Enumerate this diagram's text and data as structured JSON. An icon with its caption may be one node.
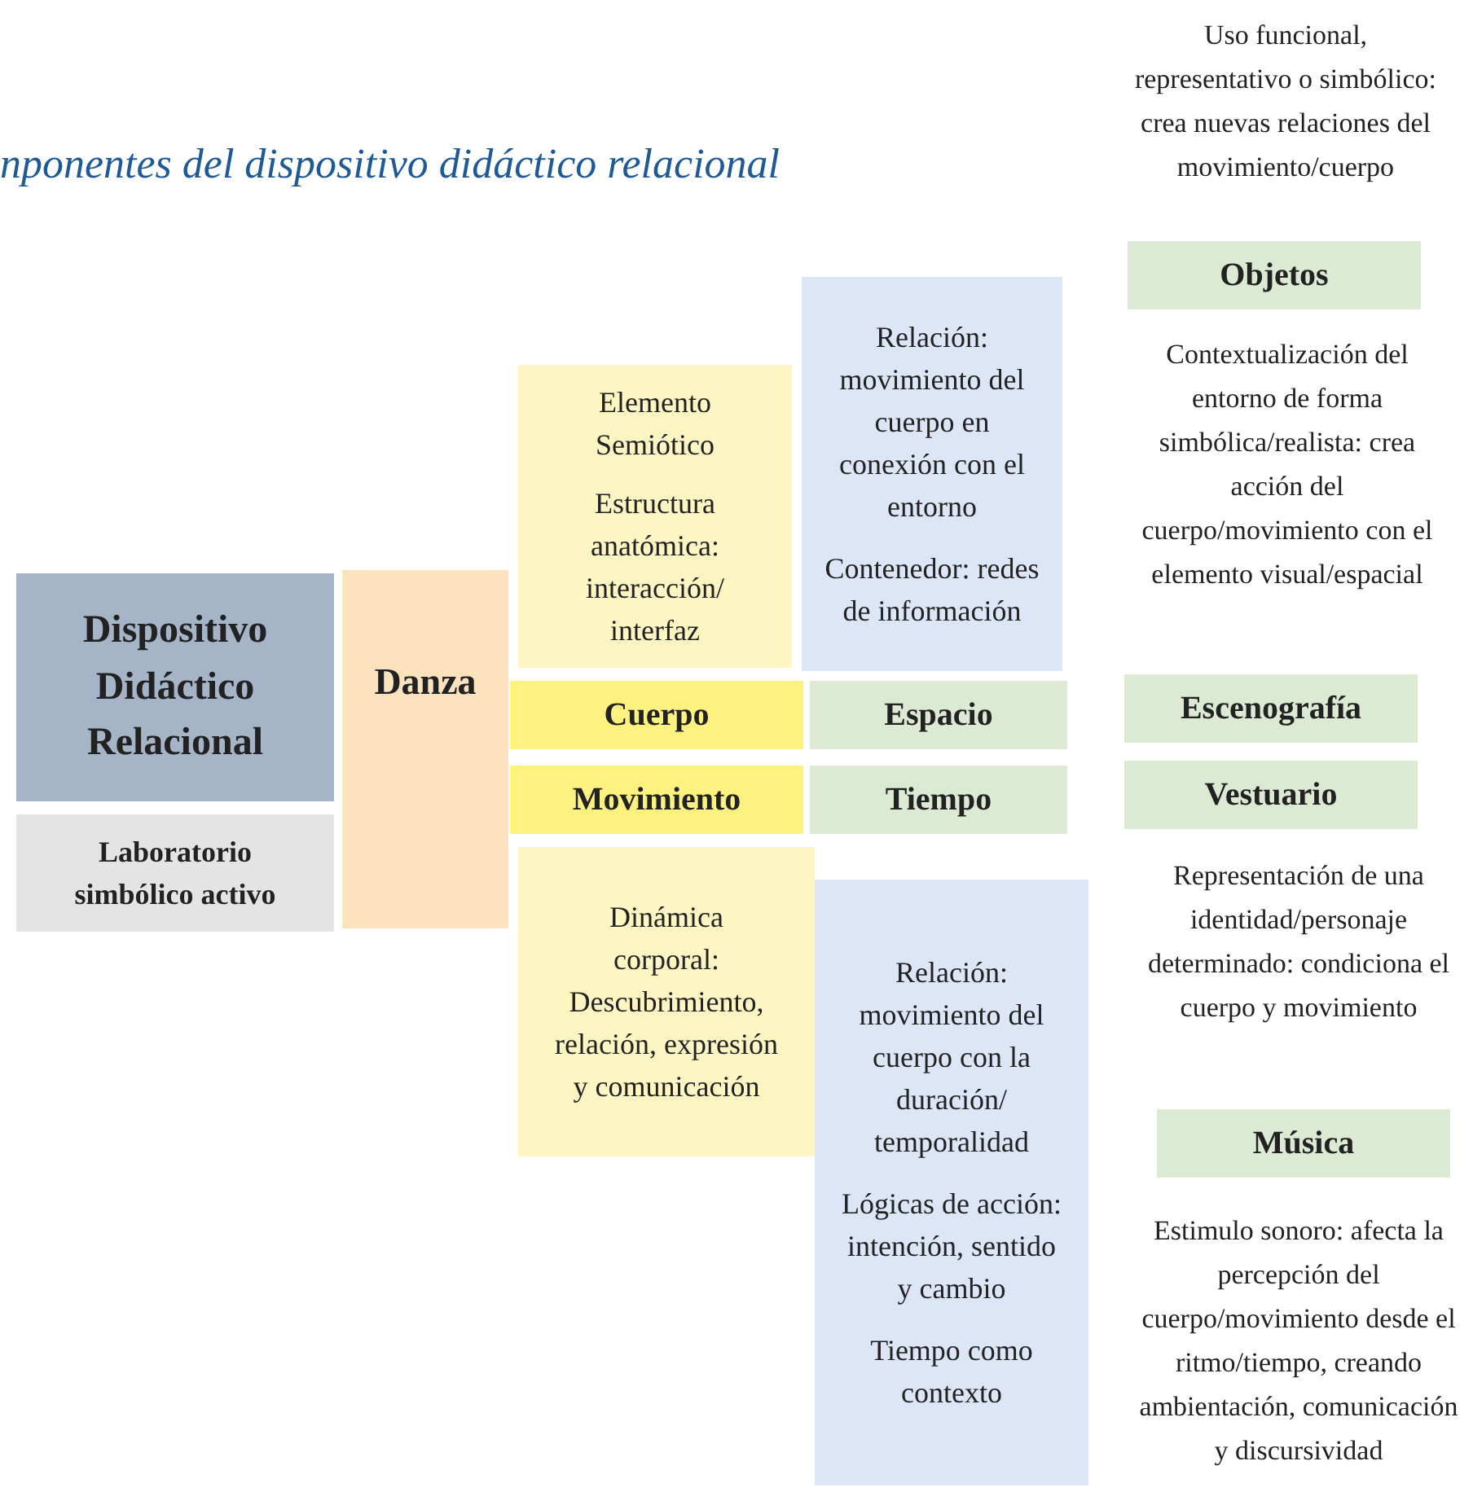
{
  "diagram": {
    "title": "nponentes del dispositivo didáctico relacional",
    "nodes": [
      {
        "text": [
          "Dispositivo Didáctico Relacional"
        ]
      },
      {
        "text": [
          "Laboratorio simbólico activo"
        ]
      },
      {
        "text": [
          "Danza"
        ]
      },
      {
        "text": [
          "Elemento Semiótico",
          "Estructura anatómica: interacción/ interfaz"
        ]
      },
      {
        "text": [
          "Cuerpo"
        ]
      },
      {
        "text": [
          "Movimiento"
        ]
      },
      {
        "text": [
          "Dinámica corporal: Descubrimiento, relación, expresión y comunicación"
        ]
      },
      {
        "text": [
          "Relación: movimiento del cuerpo en conexión con el entorno",
          "Contenedor: redes de información"
        ]
      },
      {
        "text": [
          "Espacio"
        ]
      },
      {
        "text": [
          "Tiempo"
        ]
      },
      {
        "text": [
          "Relación: movimiento del cuerpo con la duración/ temporalidad",
          "Lógicas de acción: intención, sentido y cambio",
          "Tiempo como contexto"
        ]
      },
      {
        "text": [
          "Objetos"
        ],
        "beside": [
          "Uso funcional, representativo o simbólico: crea nuevas relaciones del movimiento/cuerpo"
        ]
      },
      {
        "text": [
          "Escenografía"
        ]
      },
      {
        "text": [
          "Vestuario"
        ],
        "beside": [
          "Representación de una identidad/personaje determinado: condiciona el cuerpo y movimiento"
        ]
      },
      {
        "text": [
          "Música"
        ],
        "beside": [
          "Estimulo sonoro: afecta la percepción del cuerpo/movimiento desde el ritmo/tiempo, creando ambientación, comunicación y discursividad"
        ]
      }
    ],
    "labels": [
      "Contextualización del entorno de forma simbólica/realista: crea acción del cuerpo/movimiento con el elemento visual/espacial"
    ]
  }
}
